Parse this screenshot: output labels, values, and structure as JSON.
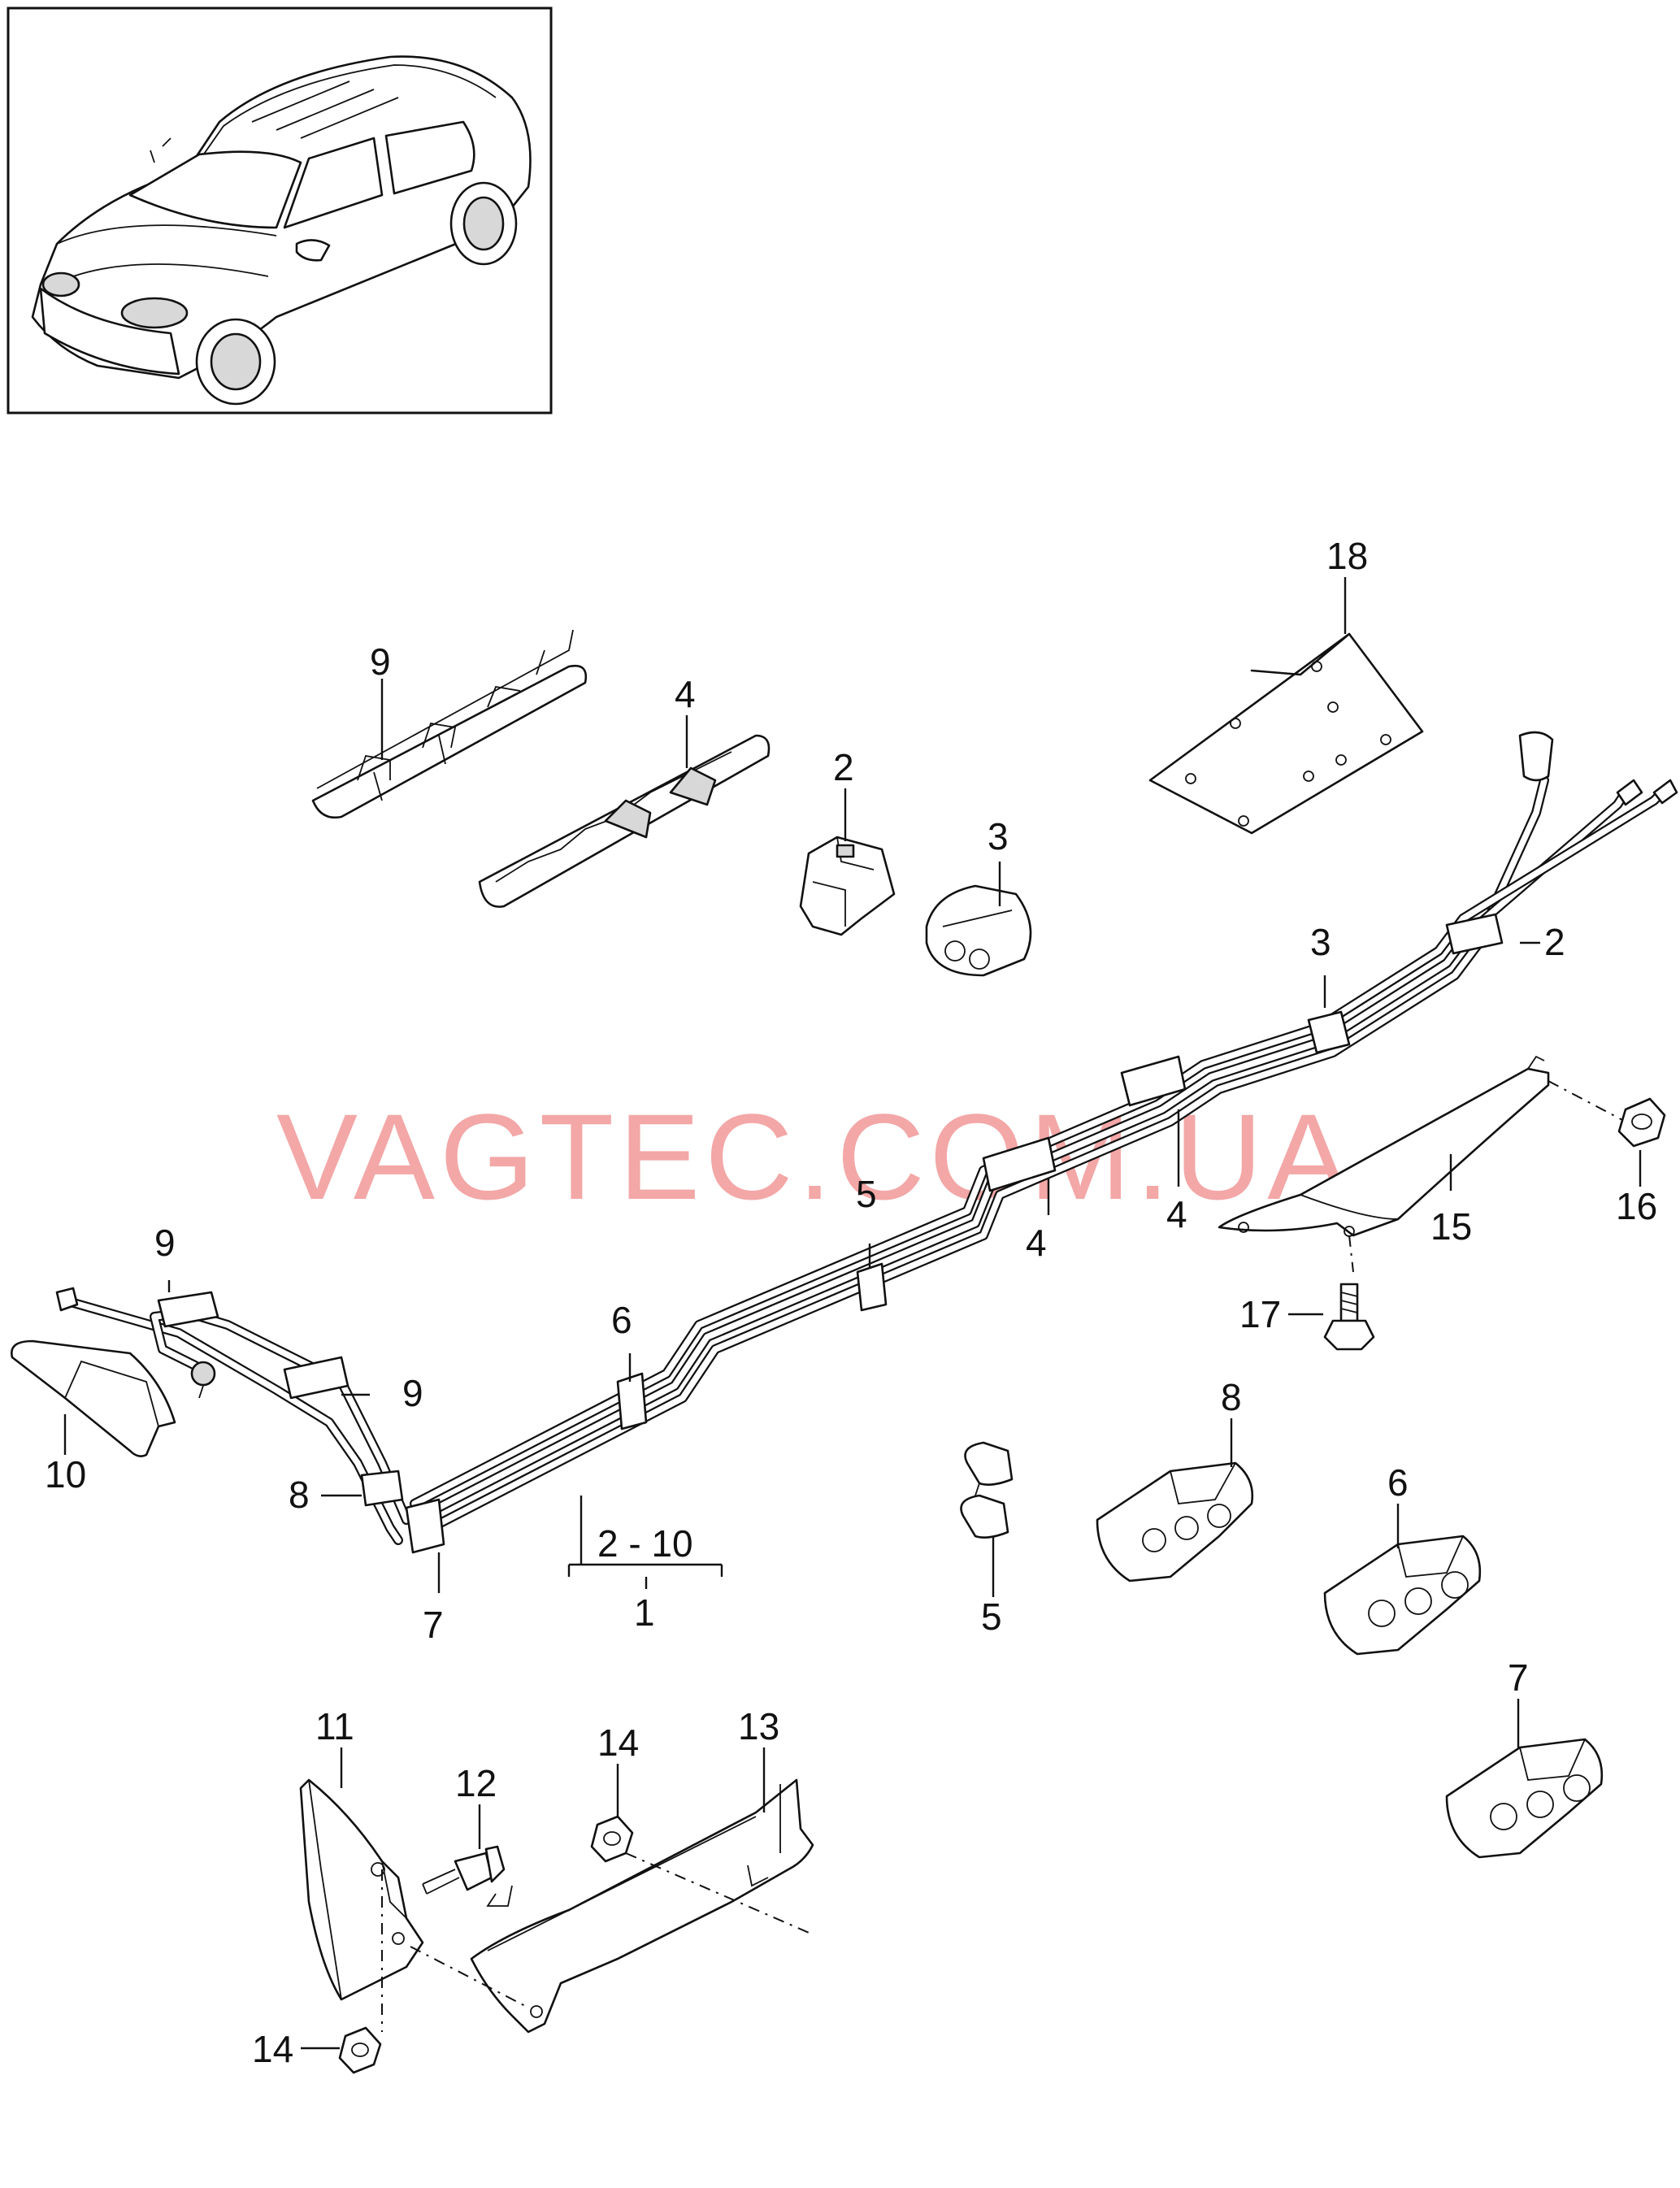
{
  "diagram": {
    "watermark": "VAGTEC.COM.UA",
    "vehicle_thumbnail": "vehicle-thumbnail",
    "callouts": {
      "c1": "1",
      "c2a": "2",
      "c2b": "2",
      "c3a": "3",
      "c3b": "3",
      "c4a": "4",
      "c4b": "4",
      "c4c": "4",
      "c5a": "5",
      "c5b": "5",
      "c6a": "6",
      "c6b": "6",
      "c7a": "7",
      "c7b": "7",
      "c8a": "8",
      "c8b": "8",
      "c9a": "9",
      "c9b": "9",
      "c9c": "9",
      "c10": "10",
      "c11": "11",
      "c12": "12",
      "c13": "13",
      "c14a": "14",
      "c14b": "14",
      "c15": "15",
      "c16": "16",
      "c17": "17",
      "c18": "18",
      "range": "2 - 10"
    }
  }
}
